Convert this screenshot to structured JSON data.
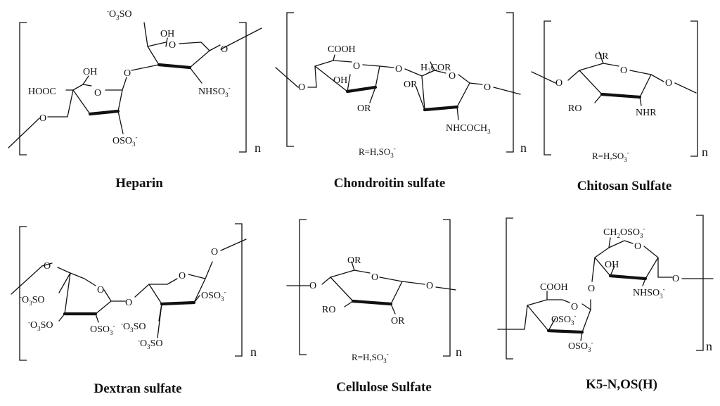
{
  "structures": [
    {
      "id": "heparin",
      "caption": "Heparin",
      "repeat_unit": "n",
      "r_definition": "",
      "substituents": [
        "-O3SO",
        "OH",
        "NHSO3-",
        "HOOC",
        "OH",
        "OSO3-"
      ]
    },
    {
      "id": "chondroitin-sulfate",
      "caption": "Chondroitin sulfate",
      "repeat_unit": "n",
      "r_definition": "R=H,SO3-",
      "substituents": [
        "COOH",
        "OH",
        "OR",
        "H2COR",
        "OR",
        "NHCOCH3"
      ]
    },
    {
      "id": "chitosan-sulfate",
      "caption": "Chitosan Sulfate",
      "repeat_unit": "n",
      "r_definition": "R=H,SO3-",
      "substituents": [
        "OR",
        "RO",
        "NHR"
      ]
    },
    {
      "id": "dextran-sulfate",
      "caption": "Dextran sulfate",
      "repeat_unit": "n",
      "r_definition": "",
      "substituents": [
        "-O3SO",
        "-O3SO",
        "OSO3-",
        "OSO3-",
        "-O3SO",
        "-O3SO"
      ]
    },
    {
      "id": "cellulose-sulfate",
      "caption": "Cellulose Sulfate",
      "repeat_unit": "n",
      "r_definition": "R=H,SO3-",
      "substituents": [
        "OR",
        "RO",
        "OR"
      ]
    },
    {
      "id": "k5-n-os-h",
      "caption": "K5-N,OS(H)",
      "repeat_unit": "n",
      "r_definition": "",
      "substituents": [
        "CH2OSO3-",
        "OH",
        "NHSO3-",
        "COOH",
        "OSO3-",
        "OSO3-"
      ]
    }
  ]
}
